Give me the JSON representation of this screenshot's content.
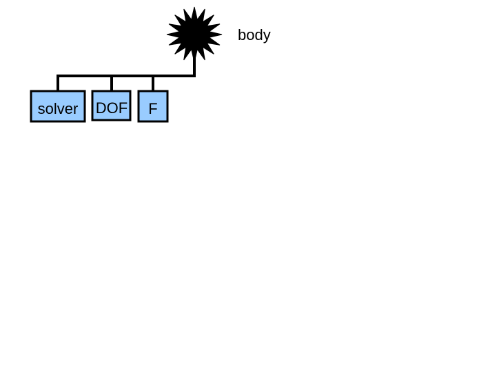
{
  "diagram": {
    "root": {
      "label": "body",
      "icon": "starburst-icon",
      "color": "#000000"
    },
    "children": [
      {
        "label": "solver"
      },
      {
        "label": "DOF"
      },
      {
        "label": "F"
      }
    ],
    "colors": {
      "box_fill": "#99ccff",
      "stroke": "#000000"
    }
  }
}
